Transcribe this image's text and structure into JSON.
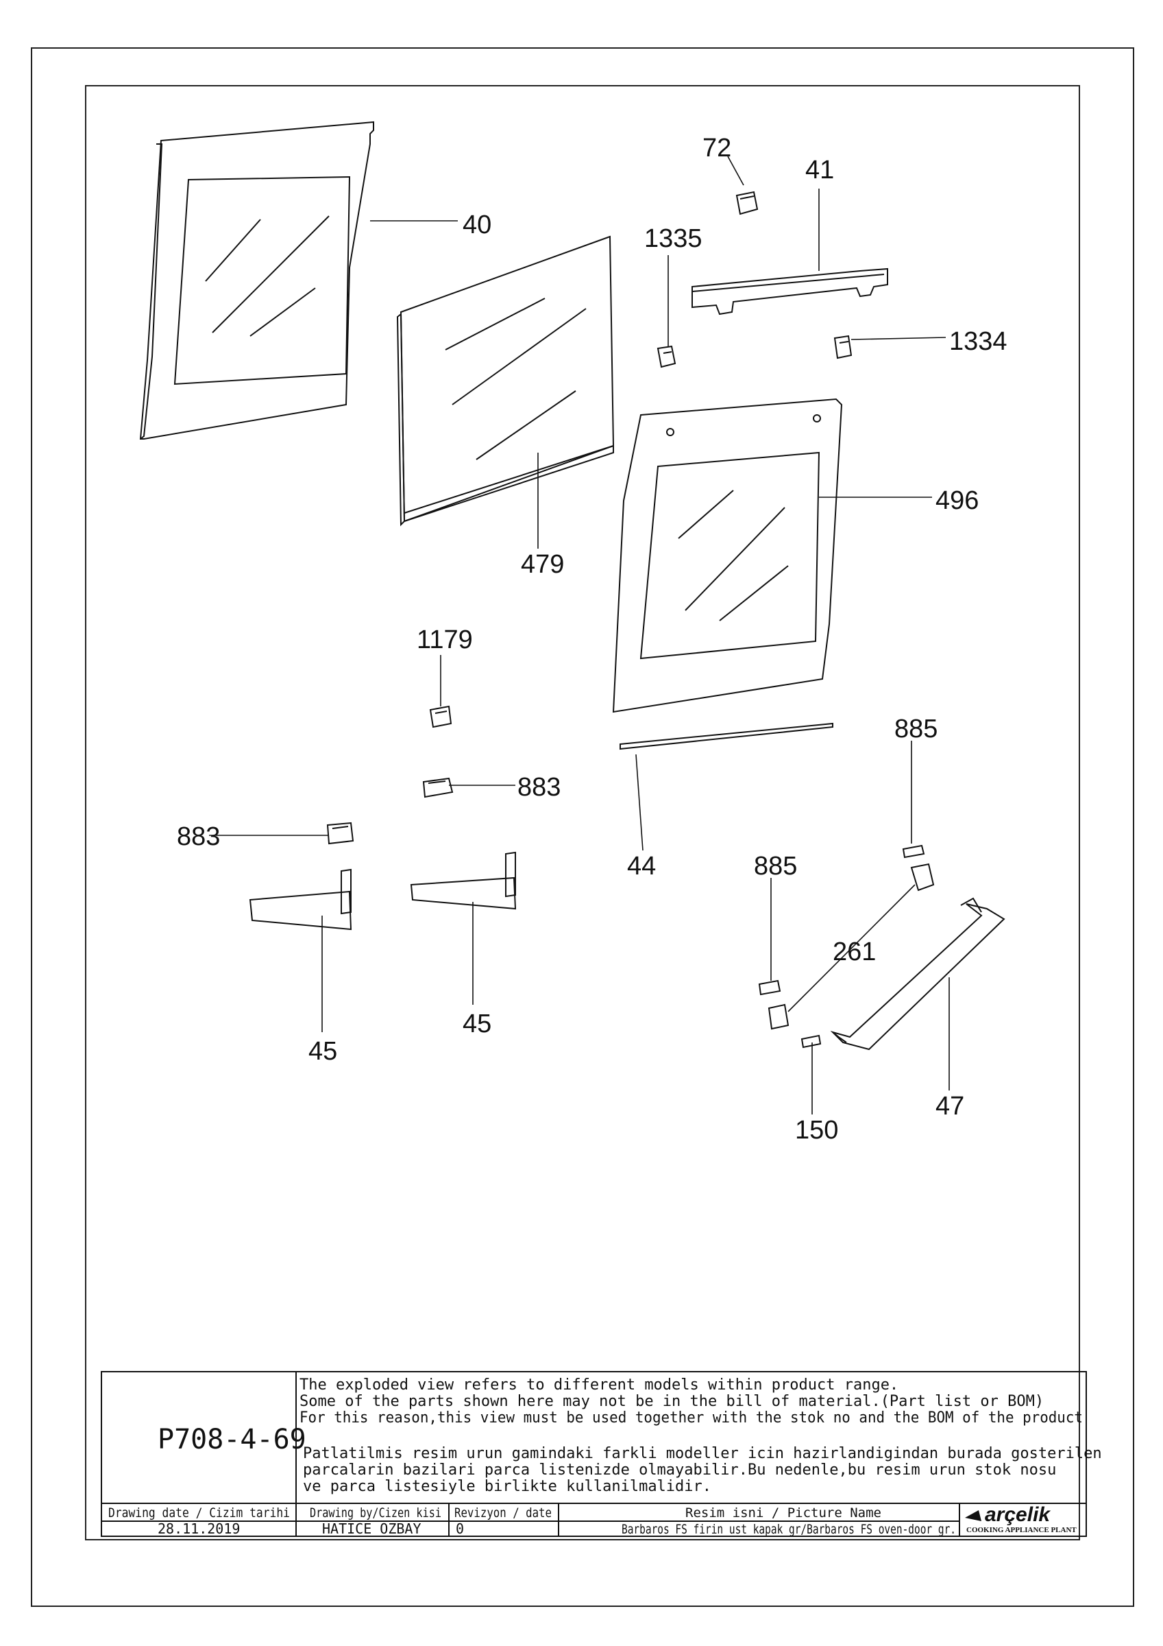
{
  "callouts": [
    {
      "id": "40",
      "label": "40"
    },
    {
      "id": "72",
      "label": "72"
    },
    {
      "id": "41",
      "label": "41"
    },
    {
      "id": "1335",
      "label": "1335"
    },
    {
      "id": "1334",
      "label": "1334"
    },
    {
      "id": "479",
      "label": "479"
    },
    {
      "id": "496",
      "label": "496"
    },
    {
      "id": "1179",
      "label": "1179"
    },
    {
      "id": "883a",
      "label": "883"
    },
    {
      "id": "883b",
      "label": "883"
    },
    {
      "id": "885a",
      "label": "885"
    },
    {
      "id": "885b",
      "label": "885"
    },
    {
      "id": "44",
      "label": "44"
    },
    {
      "id": "261",
      "label": "261"
    },
    {
      "id": "45a",
      "label": "45"
    },
    {
      "id": "45b",
      "label": "45"
    },
    {
      "id": "47",
      "label": "47"
    },
    {
      "id": "150",
      "label": "150"
    }
  ],
  "title_block": {
    "drawing_no": "P708-4-69",
    "note_en": [
      "The exploded view refers to different models within product range.",
      "Some of the parts shown here may not be in the bill of material.(Part list or BOM)",
      "For this reason,this view must be used together with the stok no and the BOM of the product"
    ],
    "note_tr": [
      "Patlatilmis resim urun gamindaki farkli modeller icin hazirlandigindan burada gosterilen",
      "parcalarin bazilari parca listenizde olmayabilir.Bu nedenle,bu resim urun stok nosu",
      "ve parca listesiyle birlikte kullanilmalidir."
    ],
    "headers": {
      "date": "Drawing date / Cizim tarihi",
      "by": "Drawing by/Cizen kisi",
      "rev": "Revizyon / date",
      "name": "Resim isni / Picture Name"
    },
    "values": {
      "date": "28.11.2019",
      "by": "HATICE OZBAY",
      "rev": "0",
      "name": "Barbaros FS firin ust kapak gr/Barbaros FS oven-door gr."
    },
    "logo_text": "arçelik",
    "plant_text": "COOKING APPLIANCE PLANT"
  }
}
